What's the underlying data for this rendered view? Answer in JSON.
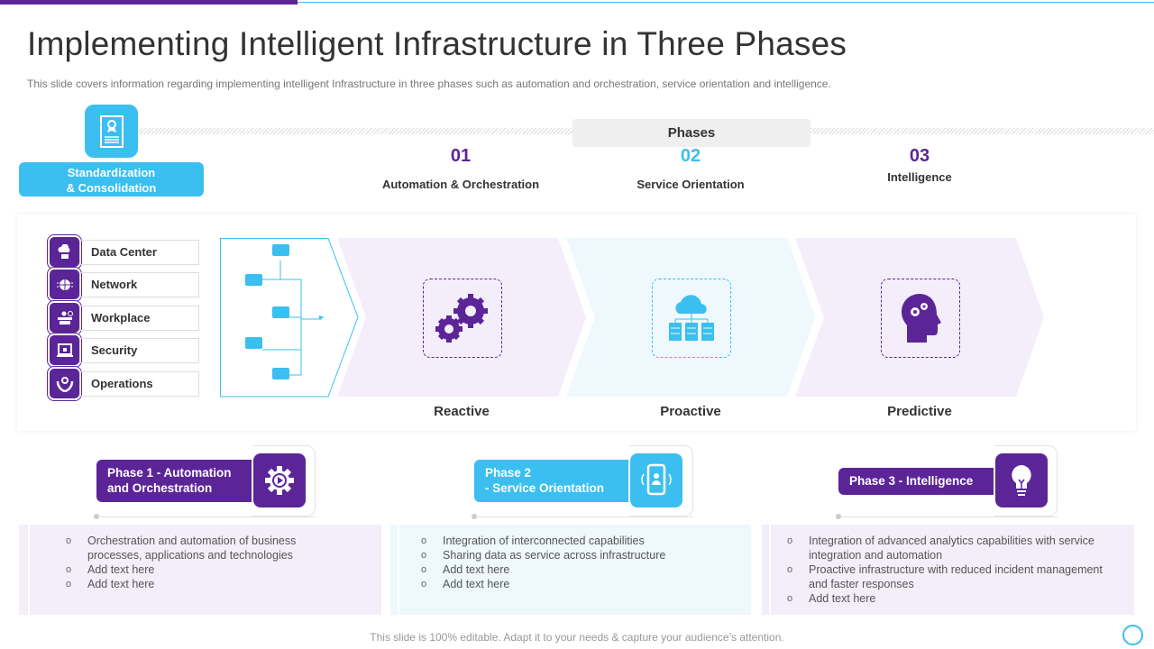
{
  "title": "Implementing Intelligent Infrastructure in Three Phases",
  "subtitle": "This slide covers information regarding implementing intelligent Infrastructure in three phases such as automation and orchestration, service orientation and intelligence.",
  "standardization": {
    "label_line1": "Standardization",
    "label_line2": "& Consolidation",
    "icon": "certificate-icon"
  },
  "phases_header": "Phases",
  "phases": [
    {
      "num": "01",
      "label": "Automation & Orchestration",
      "stage": "Reactive",
      "color": "#5b2597",
      "icon": "gears-icon"
    },
    {
      "num": "02",
      "label": "Service Orientation",
      "stage": "Proactive",
      "color": "#3bbff0",
      "icon": "cloud-servers-icon"
    },
    {
      "num": "03",
      "label": "Intelligence",
      "stage": "Predictive",
      "color": "#5b2597",
      "icon": "head-gears-icon"
    }
  ],
  "components": [
    {
      "label": "Data Center",
      "icon": "cloud-server-icon"
    },
    {
      "label": "Network",
      "icon": "network-globe-icon"
    },
    {
      "label": "Workplace",
      "icon": "workplace-desk-icon"
    },
    {
      "label": "Security",
      "icon": "laptop-lock-icon"
    },
    {
      "label": "Operations",
      "icon": "hands-gear-icon"
    }
  ],
  "cards": [
    {
      "title_line1": "Phase 1 - Automation",
      "title_line2": "and Orchestration",
      "icon": "gear-play-icon",
      "color": "#5b2597",
      "bg": "#f3eefa",
      "bullets": [
        "Orchestration and automation of business processes, applications and technologies",
        "Add text here",
        "Add text here"
      ]
    },
    {
      "title_line1": "Phase 2",
      "title_line2": "- Service Orientation",
      "icon": "mobile-user-icon",
      "color": "#3bbff0",
      "bg": "#eef8fd",
      "bullets": [
        "Integration of interconnected capabilities",
        "Sharing data as service across infrastructure",
        "Add text here",
        "Add text here"
      ]
    },
    {
      "title_line1": "Phase 3 - Intelligence",
      "title_line2": "",
      "icon": "lightbulb-icon",
      "color": "#5b2597",
      "bg": "#f3eefa",
      "bullets": [
        "Integration of advanced analytics capabilities with service integration and automation",
        "Proactive infrastructure with reduced incident management and faster responses",
        "Add text here"
      ]
    }
  ],
  "footer": "This slide is 100% editable. Adapt it to your needs & capture your audience’s attention."
}
